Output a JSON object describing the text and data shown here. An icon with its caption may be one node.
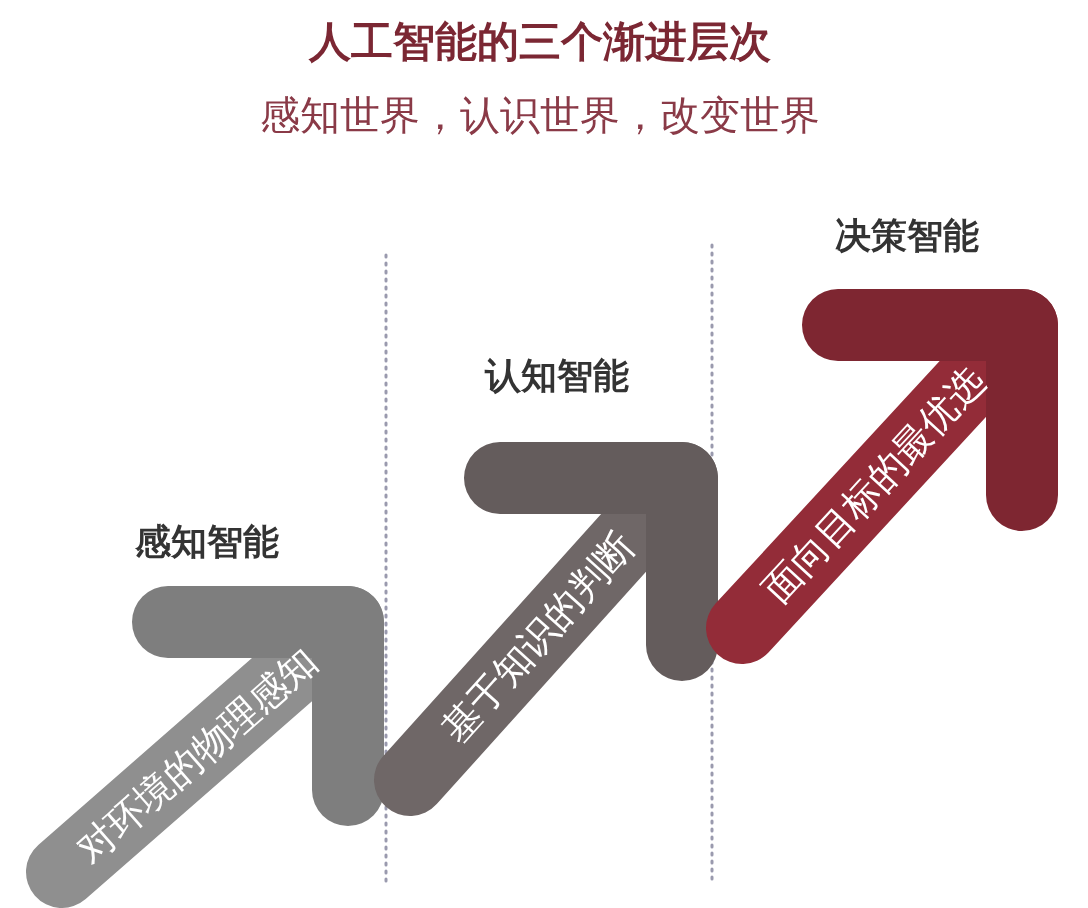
{
  "diagram": {
    "title": "人工智能的三个渐进层次",
    "nodes": [
      {
        "text": [
          "感知智能"
        ]
      },
      {
        "text": [
          "认知智能"
        ]
      },
      {
        "text": [
          "决策智能"
        ]
      }
    ],
    "edges": [
      {
        "from": null,
        "to": 0,
        "arrow": "to",
        "label": "对环境的物理感知"
      },
      {
        "from": null,
        "to": 1,
        "arrow": "to",
        "label": "基于知识的判断"
      },
      {
        "from": null,
        "to": 2,
        "arrow": "to",
        "label": "面向目标的最优选",
        "color": "#932c38"
      }
    ],
    "labels": [
      "感知世界，认识世界，改变世界"
    ]
  }
}
